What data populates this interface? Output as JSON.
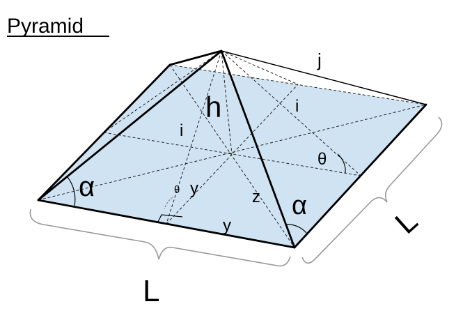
{
  "title": "Pyramid",
  "labels": {
    "j": "j",
    "i_front": "i",
    "i_back": "i",
    "h": "h",
    "theta_right": "θ",
    "theta_small": "θ",
    "y_inner": "y",
    "y_base": "y",
    "z": "z",
    "alpha_left": "α",
    "alpha_right": "α",
    "L_front": "L",
    "L_right": "L"
  },
  "colors": {
    "face": "#cfe3f2",
    "edge": "#000000",
    "brace": "#999999"
  }
}
